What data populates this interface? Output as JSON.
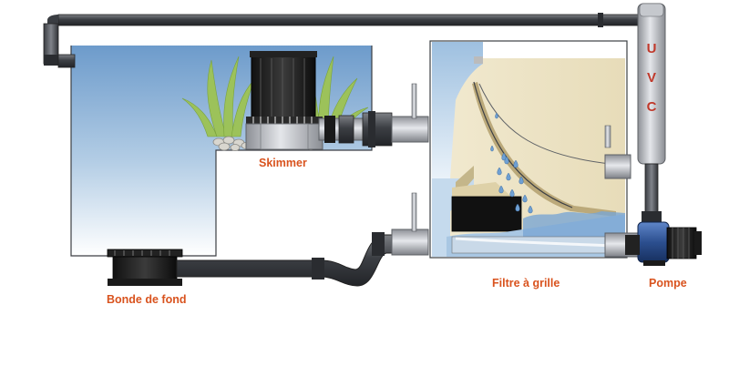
{
  "labels": {
    "skimmer": "Skimmer",
    "bottom_drain": "Bonde de fond",
    "grid_filter": "Filtre à grille",
    "pump": "Pompe",
    "uvc": "UVC"
  },
  "colors": {
    "label": "#d9531e",
    "uvc_text": "#c0392b",
    "pipe": "#4a4d52",
    "water": "#6f9fcc",
    "filter_body": "#ede4c6",
    "plants": "#9cc25a",
    "pump": "#2c4f8f"
  },
  "icons": {
    "skimmer": "skimmer-unit",
    "drain": "bottom-drain",
    "uvc": "uvc-lamp",
    "pump": "pump-motor"
  }
}
